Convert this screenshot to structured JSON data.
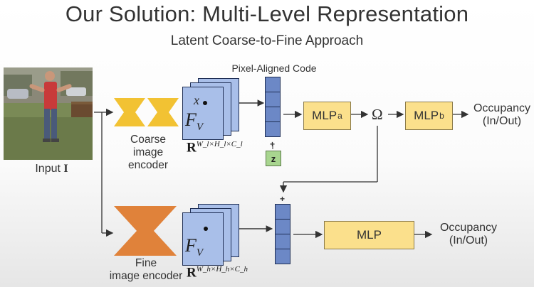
{
  "title": "Our Solution: Multi-Level Representation",
  "subtitle": "Latent Coarse-to-Fine Approach",
  "input": {
    "label": "Input",
    "symbol": "I"
  },
  "coarse": {
    "encoder_label_line1": "Coarse",
    "encoder_label_line2": "image encoder",
    "feature_symbol": "F",
    "feature_sub": "V",
    "point_label": "x",
    "dim_base": "R",
    "dim_sup": "W_l×H_l×C_l",
    "code_label": "Pixel-Aligned Code",
    "z_label": "z",
    "plus": "+",
    "mlp_a": "MLP",
    "mlp_a_sub": "a",
    "omega": "Ω",
    "mlp_b": "MLP",
    "mlp_b_sub": "b",
    "output_line1": "Occupancy",
    "output_line2": "(In/Out)"
  },
  "fine": {
    "encoder_label_line1": "Fine",
    "encoder_label_line2": "image encoder",
    "feature_symbol": "F",
    "feature_sub": "V",
    "dim_base": "R",
    "dim_sup": "W_h×H_h×C_h",
    "plus": "+",
    "mlp": "MLP",
    "output_line1": "Occupancy",
    "output_line2": "(In/Out)"
  },
  "colors": {
    "coarse_encoder": "#f2c233",
    "fine_encoder": "#e0823a",
    "mlp_fill": "#fbe08c",
    "code_cell": "#6c88c6",
    "feature_map": "#a9bfe9",
    "z_fill": "#a8d58f"
  }
}
